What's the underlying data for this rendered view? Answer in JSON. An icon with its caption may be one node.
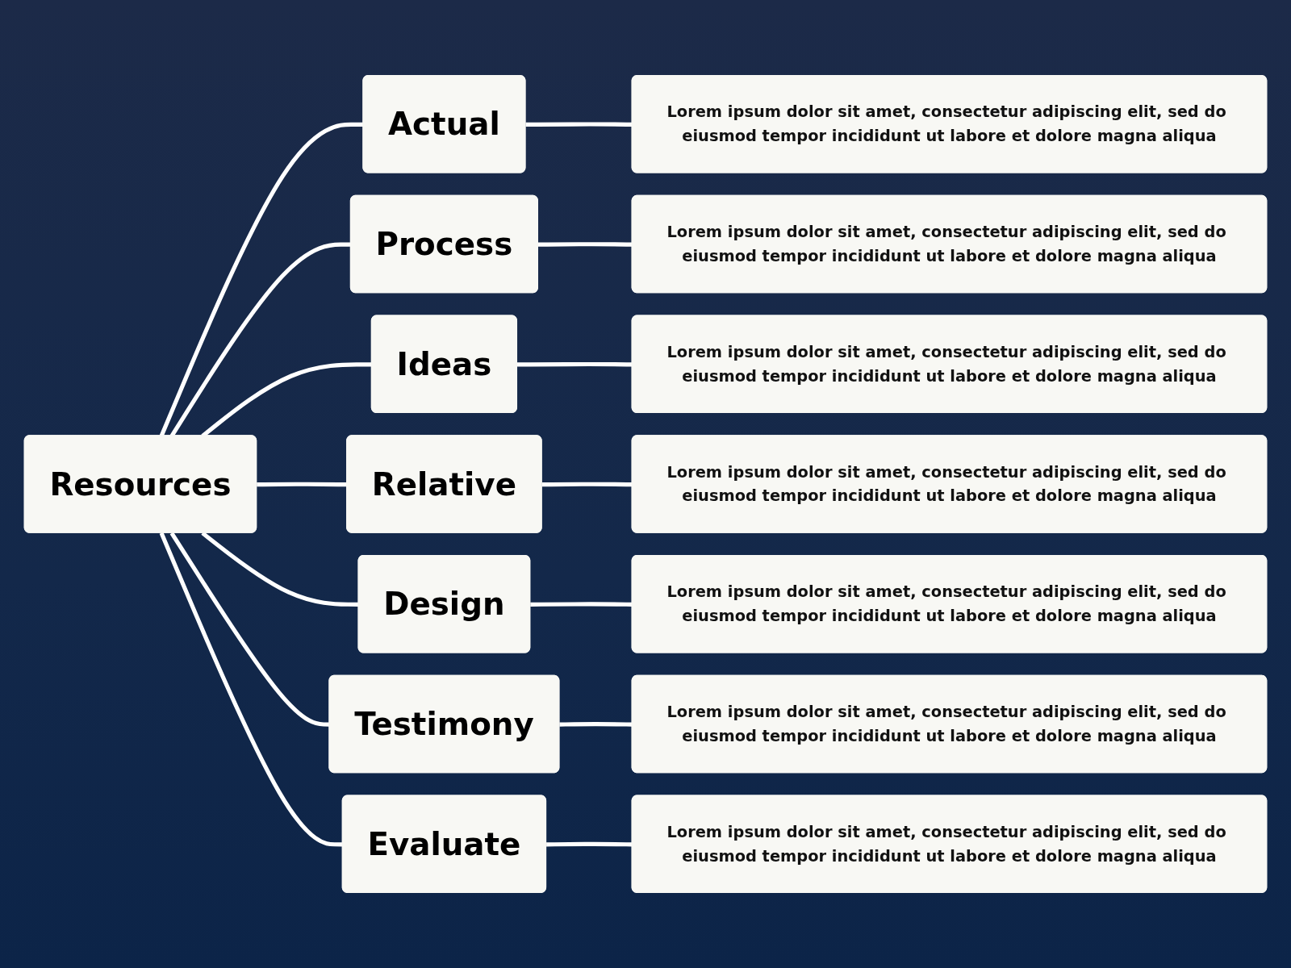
{
  "diagram": {
    "nodes": [
      {
        "text": [
          "Resources"
        ]
      },
      {
        "text": [
          "Actual"
        ]
      },
      {
        "text": [
          "Lorem ipsum dolor sit amet, consectetur adipiscing elit, sed do eiusmod tempor incididunt ut labore et dolore magna aliqua"
        ]
      },
      {
        "text": [
          "Process"
        ]
      },
      {
        "text": [
          "Lorem ipsum dolor sit amet, consectetur adipiscing elit, sed do eiusmod tempor incididunt ut labore et dolore magna aliqua"
        ]
      },
      {
        "text": [
          "Ideas"
        ]
      },
      {
        "text": [
          "Lorem ipsum dolor sit amet, consectetur adipiscing elit, sed do eiusmod tempor incididunt ut labore et dolore magna aliqua"
        ]
      },
      {
        "text": [
          "Relative"
        ]
      },
      {
        "text": [
          "Lorem ipsum dolor sit amet, consectetur adipiscing elit, sed do eiusmod tempor incididunt ut labore et dolore magna aliqua"
        ]
      },
      {
        "text": [
          "Design"
        ]
      },
      {
        "text": [
          "Lorem ipsum dolor sit amet, consectetur adipiscing elit, sed do eiusmod tempor incididunt ut labore et dolore magna aliqua"
        ]
      },
      {
        "text": [
          "Testimony"
        ]
      },
      {
        "text": [
          "Lorem ipsum dolor sit amet, consectetur adipiscing elit, sed do eiusmod tempor incididunt ut labore et dolore magna aliqua"
        ]
      },
      {
        "text": [
          "Evaluate"
        ]
      },
      {
        "text": [
          "Lorem ipsum dolor sit amet, consectetur adipiscing elit, sed do eiusmod tempor incididunt ut labore et dolore magna aliqua"
        ]
      }
    ],
    "edges": [
      {
        "from": 0,
        "to": 1,
        "arrow": "none"
      },
      {
        "from": 1,
        "to": 2,
        "arrow": "none"
      },
      {
        "from": 0,
        "to": 3,
        "arrow": "none"
      },
      {
        "from": 3,
        "to": 4,
        "arrow": "none"
      },
      {
        "from": 0,
        "to": 5,
        "arrow": "none"
      },
      {
        "from": 5,
        "to": 6,
        "arrow": "none"
      },
      {
        "from": 0,
        "to": 7,
        "arrow": "none"
      },
      {
        "from": 7,
        "to": 8,
        "arrow": "none"
      },
      {
        "from": 0,
        "to": 9,
        "arrow": "none"
      },
      {
        "from": 9,
        "to": 10,
        "arrow": "none"
      },
      {
        "from": 0,
        "to": 11,
        "arrow": "none"
      },
      {
        "from": 11,
        "to": 12,
        "arrow": "none"
      },
      {
        "from": 0,
        "to": 13,
        "arrow": "none"
      },
      {
        "from": 13,
        "to": 14,
        "arrow": "none"
      }
    ]
  }
}
